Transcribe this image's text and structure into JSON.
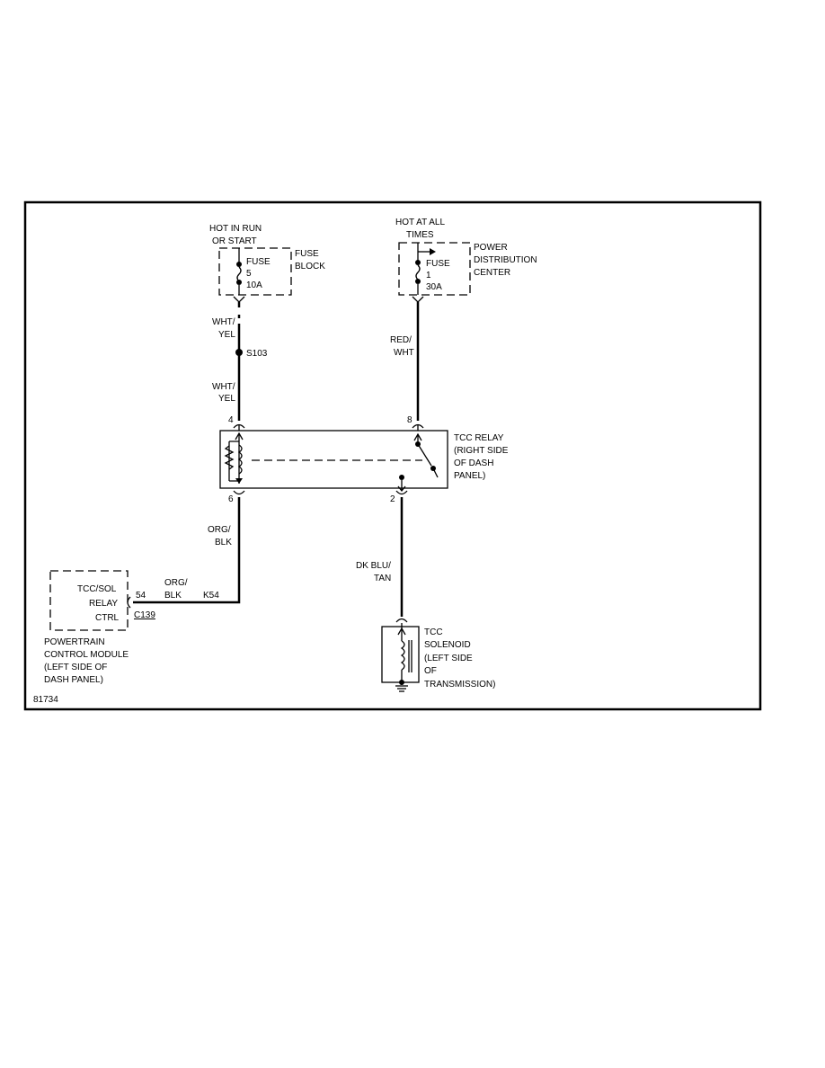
{
  "labels": {
    "hot_run_1": "HOT IN RUN",
    "hot_run_2": "OR START",
    "fuse_block_1": "FUSE",
    "fuse_block_2": "BLOCK",
    "fuse5_a": "FUSE",
    "fuse5_b": "5",
    "fuse5_c": "10A",
    "hot_all_1": "HOT AT ALL",
    "hot_all_2": "TIMES",
    "pdc_1": "POWER",
    "pdc_2": "DISTRIBUTION",
    "pdc_3": "CENTER",
    "fuse1_a": "FUSE",
    "fuse1_b": "1",
    "fuse1_c": "30A",
    "wire_wy_a1": "WHT/",
    "wire_wy_a2": "YEL",
    "splice": "S103",
    "wire_wy_b1": "WHT/",
    "wire_wy_b2": "YEL",
    "wire_rw1": "RED/",
    "wire_rw2": "WHT",
    "pin4": "4",
    "pin8": "8",
    "pin6": "6",
    "pin2": "2",
    "relay_1": "TCC RELAY",
    "relay_2": "(RIGHT SIDE",
    "relay_3": "OF DASH",
    "relay_4": "PANEL)",
    "wire_ob1": "ORG/",
    "wire_ob2": "BLK",
    "wire_ob3": "ORG/",
    "wire_ob4": "BLK",
    "circuit": "K54",
    "pcm_1": "TCC/SOL",
    "pcm_2": "RELAY",
    "pcm_3": "CTRL",
    "pcm_pin": "54",
    "connector": "C139",
    "pcm_name_1": "POWERTRAIN",
    "pcm_name_2": "CONTROL MODULE",
    "pcm_name_3": "(LEFT SIDE OF",
    "pcm_name_4": "DASH PANEL)",
    "wire_dbt1": "DK BLU/",
    "wire_dbt2": "TAN",
    "sol_1": "TCC",
    "sol_2": "SOLENOID",
    "sol_3": "(LEFT SIDE",
    "sol_4": "OF",
    "sol_5": "TRANSMISSION)",
    "figure_id": "81734"
  }
}
